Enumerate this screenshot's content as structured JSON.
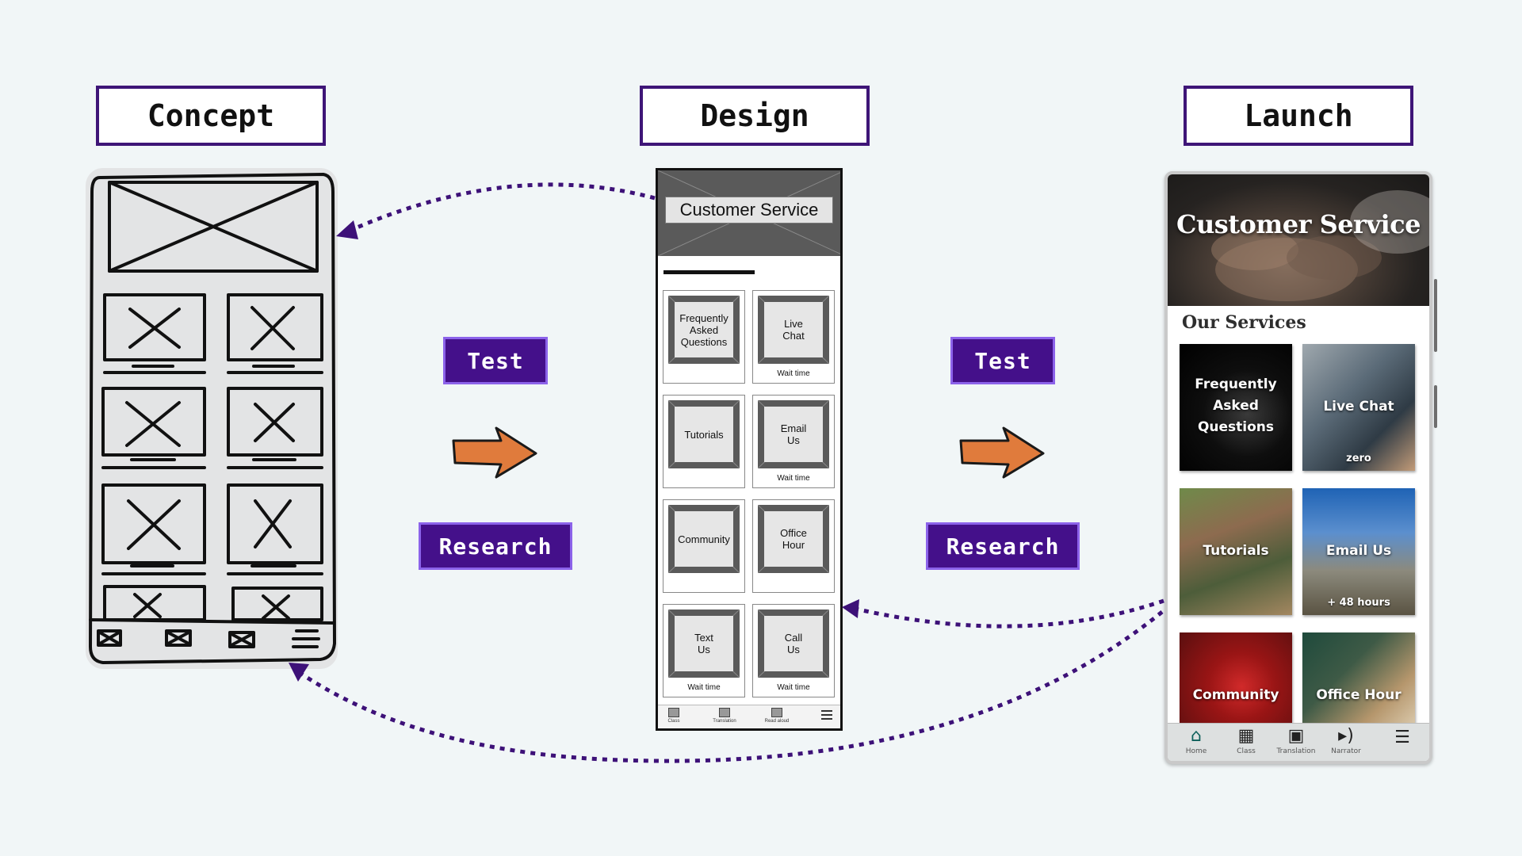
{
  "stages": {
    "concept": "Concept",
    "design": "Design",
    "launch": "Launch"
  },
  "tags": {
    "test_left": "Test",
    "research_left": "Research",
    "test_right": "Test",
    "research_right": "Research"
  },
  "colors": {
    "background": "#f1f6f7",
    "stage_border": "#3e1577",
    "tag_fill": "#44108a",
    "tag_border": "#8c63ea",
    "arrow_fill": "#e07b3c",
    "dotted_arrow": "#3d1178",
    "launch_nav_accent": "#0d5f5a"
  },
  "design_wireframe": {
    "title": "Customer Service",
    "cards": [
      {
        "label": "Frequently\nAsked\nQuestions",
        "note": ""
      },
      {
        "label": "Live\nChat",
        "note": "Wait time"
      },
      {
        "label": "Tutorials",
        "note": ""
      },
      {
        "label": "Email\nUs",
        "note": "Wait time"
      },
      {
        "label": "Community",
        "note": ""
      },
      {
        "label": "Office\nHour",
        "note": ""
      },
      {
        "label": "Text\nUs",
        "note": "Wait time"
      },
      {
        "label": "Call\nUs",
        "note": "Wait time"
      }
    ],
    "nav": [
      "Class",
      "Translation",
      "Read aloud"
    ]
  },
  "launch_app": {
    "title": "Customer Service",
    "section": "Our Services",
    "tiles": [
      {
        "label": "Frequently\nAsked\nQuestions",
        "note": ""
      },
      {
        "label": "Live Chat",
        "note": "zero"
      },
      {
        "label": "Tutorials",
        "note": ""
      },
      {
        "label": "Email Us",
        "note": "+ 48 hours"
      },
      {
        "label": "Community",
        "note": ""
      },
      {
        "label": "Office Hour",
        "note": ""
      }
    ],
    "nav": [
      {
        "label": "Home",
        "icon": "home-icon"
      },
      {
        "label": "Class",
        "icon": "class-icon"
      },
      {
        "label": "Translation",
        "icon": "translation-icon"
      },
      {
        "label": "Narrator",
        "icon": "narrator-icon"
      }
    ]
  }
}
